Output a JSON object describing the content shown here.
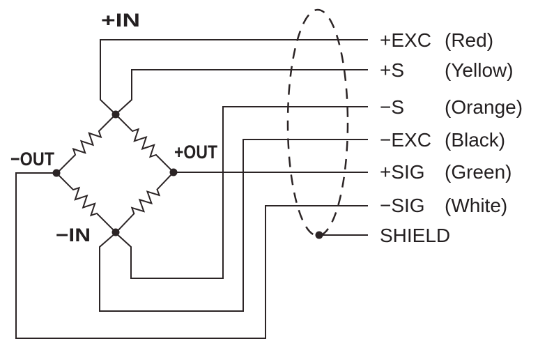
{
  "bridge": {
    "plus_in": "+IN",
    "minus_in": "−IN",
    "plus_out": "+OUT",
    "minus_out": "−OUT"
  },
  "connections": [
    {
      "name": "+EXC",
      "color": "(Red)"
    },
    {
      "name": "+S",
      "color": "(Yellow)"
    },
    {
      "name": "−S",
      "color": "(Orange)"
    },
    {
      "name": "−EXC",
      "color": "(Black)"
    },
    {
      "name": "+SIG",
      "color": "(Green)"
    },
    {
      "name": "−SIG",
      "color": "(White)"
    },
    {
      "name": "SHIELD",
      "color": ""
    }
  ],
  "colors": {
    "line": "#2b2425",
    "text": "#231f20",
    "background": "#ffffff"
  }
}
